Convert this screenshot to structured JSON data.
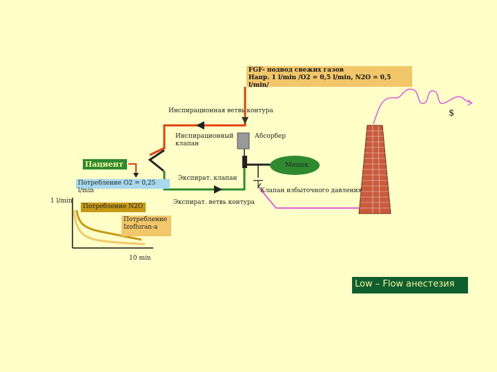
{
  "diagram": {
    "fgf_line1": "FGF- подвод свежих газов",
    "fgf_line2": "Напр. 1 l/min /O2 = 0,5 l/min, N2O = 0,5 l/min/",
    "inspiratory_branch": "Инспирационная ветвь контура",
    "dollar": "$",
    "inspiratory_valve_line1": "Инспирационный",
    "inspiratory_valve_line2": "клапан",
    "absorber": "Абсорбер",
    "patient": "Пациент",
    "bag": "Мешок",
    "expiratory_valve": "Экспират. клапан",
    "o2_consumption": "Потребление O2 = 0,25 l/min",
    "relief_valve": "Клапан избыточного давления",
    "flow_1lmin": "1 l/min",
    "expiratory_branch": "Экспират. ветвь контура",
    "n2o_consumption": "Потребление N2O",
    "iso_line1": "Потребление",
    "iso_line2": "Izofluran-a",
    "time_10min": "10 min",
    "low_flow": "Low – Flow анестезия"
  },
  "colors": {
    "background": "#ffffc8",
    "inspiratory_line": "#e04010",
    "expiratory_line": "#2e8b2e",
    "relief_line": "#e060e0",
    "chimney": "#b8442e",
    "fgf_box": "#f2c76a",
    "patient_box": "#2f8a2f",
    "bag": "#2f8a2f",
    "o2_box": "#a8d8ee",
    "n2o_box": "#c69a16",
    "low_flow_box": "#0f5f2e"
  }
}
